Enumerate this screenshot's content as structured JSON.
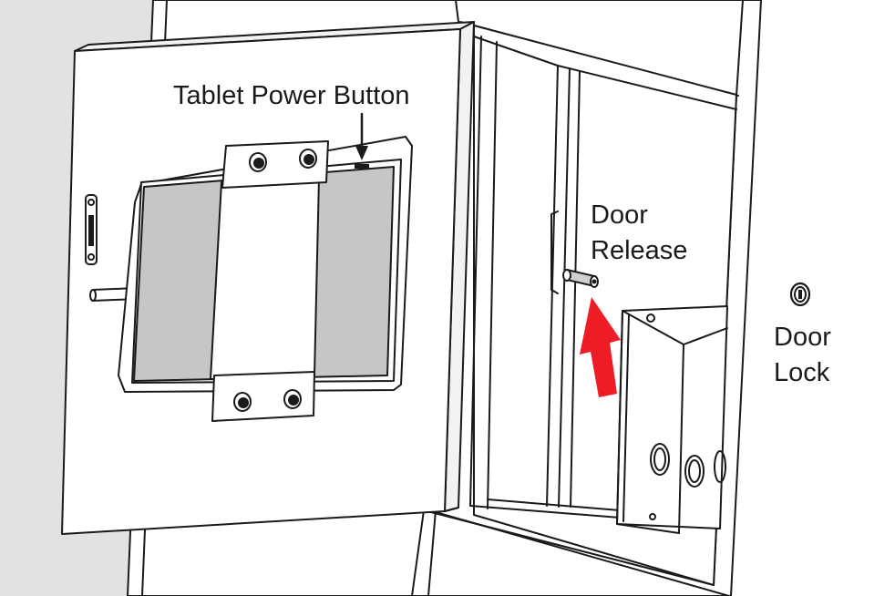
{
  "labels": {
    "tablet_power_button": "Tablet Power Button",
    "door_release_line1": "Door",
    "door_release_line2": "Release",
    "door_lock_line1": "Door",
    "door_lock_line2": "Lock"
  },
  "colors": {
    "background_wall": "#e2e2e2",
    "outline": "#1a1a1a",
    "tablet_screen": "#c6c6c6",
    "arrow": "#ee1c25",
    "panel": "#ffffff"
  },
  "icons": {
    "door_release_arrow": "red-arrow-up-left",
    "power_button_arrow": "black-arrow-down",
    "door_lock": "key-cylinder-lock"
  }
}
